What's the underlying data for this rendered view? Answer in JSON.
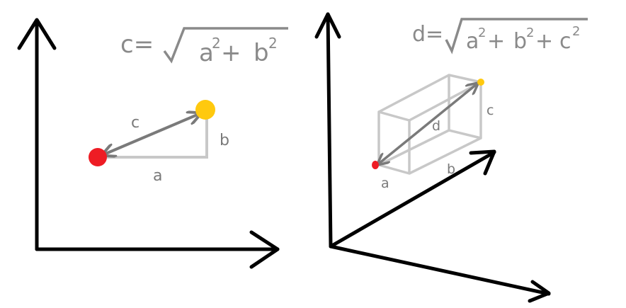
{
  "diagram_2d": {
    "formula_lhs": "c=",
    "formula_term1": "a",
    "formula_exp1": "2",
    "formula_plus1": "+",
    "formula_term2": "b",
    "formula_exp2": "2",
    "label_hypotenuse": "c",
    "label_vertical": "b",
    "label_horizontal": "a"
  },
  "diagram_3d": {
    "formula_lhs": "d=",
    "formula_term1": "a",
    "formula_exp1": "2",
    "formula_plus1": "+",
    "formula_term2": "b",
    "formula_exp2": "2",
    "formula_plus2": "+",
    "formula_term3": "c",
    "formula_exp3": "2",
    "label_diagonal": "d",
    "label_height": "c",
    "label_depth": "b",
    "label_width": "a"
  },
  "colors": {
    "axis": "#000000",
    "formula_text": "#8a8a8a",
    "label_text": "#7a7a7a",
    "arrow": "#7a7a7a",
    "guide_lines": "#c8c8c8",
    "point_start": "#ee1c24",
    "point_end": "#ffc90e"
  }
}
